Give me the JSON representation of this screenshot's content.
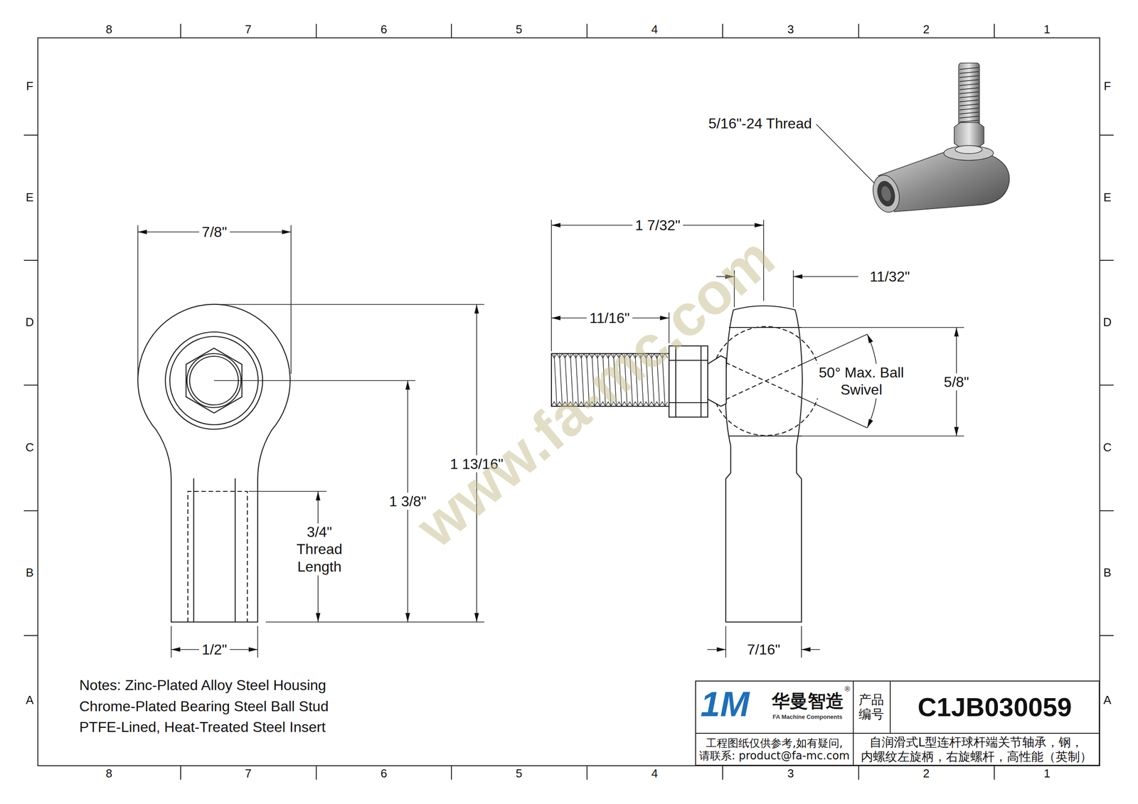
{
  "diagram": {
    "nodes": [
      {
        "text": [
          "1M",
          "华曼智造",
          "®",
          "FA Machine Components"
        ]
      },
      {
        "text": [
          "产品 编号"
        ]
      },
      {
        "text": [
          "C1JB030059"
        ]
      },
      {
        "text": [
          "工程图纸仅供参考,如有疑问, 请联系: product@fa-mc.com"
        ]
      },
      {
        "text": [
          "自润滑式L型连杆球杆端关节轴承，钢， 内螺纹左旋柄，右旋螺杆，高性能（英制）"
        ]
      }
    ],
    "labels": [
      "8",
      "7",
      "6",
      "5",
      "4",
      "3",
      "2",
      "1",
      "8",
      "7",
      "6",
      "5",
      "4",
      "3",
      "2",
      "1",
      "F",
      "E",
      "D",
      "C",
      "B",
      "A",
      "F",
      "E",
      "D",
      "C",
      "B",
      "A",
      "7/8\"",
      "1 13/16\"",
      "1 3/8\"",
      "3/4\" Thread Length",
      "1/2\"",
      "1 7/32\"",
      "11/32\"",
      "11/16\"",
      "50° Max. Ball Swivel",
      "5/8\"",
      "7/16\"",
      "5/16\"-24 Thread",
      "Notes:  Zinc-Plated Alloy Steel Housing",
      "Chrome-Plated Bearing Steel Ball Stud",
      "PTFE-Lined, Heat-Treated Steel Insert",
      "www.fa-mc.com"
    ]
  }
}
